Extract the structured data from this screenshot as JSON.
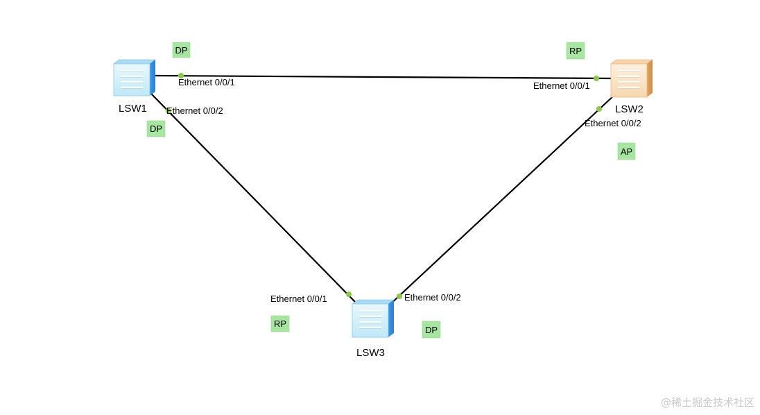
{
  "switches": {
    "lsw1": {
      "name": "LSW1",
      "icon": "switch-icon-blue"
    },
    "lsw2": {
      "name": "LSW2",
      "icon": "switch-icon-orange"
    },
    "lsw3": {
      "name": "LSW3",
      "icon": "switch-icon-blue"
    }
  },
  "ports": {
    "lsw1_e1": "Ethernet 0/0/1",
    "lsw1_e2": "Ethernet 0/0/2",
    "lsw2_e1": "Ethernet 0/0/1",
    "lsw2_e2": "Ethernet 0/0/2",
    "lsw3_e1": "Ethernet 0/0/1",
    "lsw3_e2": "Ethernet 0/0/2"
  },
  "roles": {
    "lsw1_e1": "DP",
    "lsw1_e2": "DP",
    "lsw2_e1": "RP",
    "lsw2_e2": "AP",
    "lsw3_e1": "RP",
    "lsw3_e2": "DP"
  },
  "colors": {
    "role_badge": "#a6e6a0",
    "port_dot": "#8cc84b",
    "link": "#000000"
  },
  "watermark": "@稀土掘金技术社区"
}
